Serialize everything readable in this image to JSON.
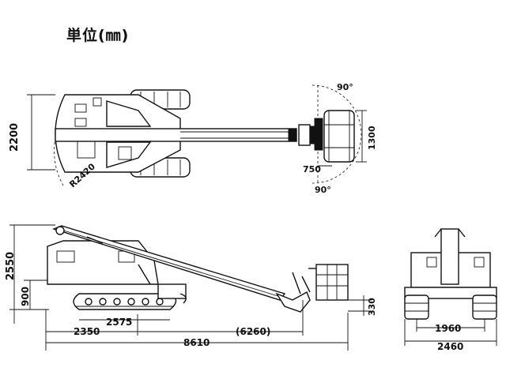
{
  "title": "単位(㎜)",
  "dims": {
    "top_width": "2200",
    "top_radius": "R2420",
    "swing_upper": "90°",
    "swing_lower": "90°",
    "basket_width": "1300",
    "basket_offset": "750",
    "side_height": "2550",
    "side_low": "900",
    "basket_floor": "330",
    "track_length": "2575",
    "rear_to_pivot": "2350",
    "boom_reach": "(6260)",
    "total_length": "8610",
    "track_gauge": "1960",
    "overall_width": "2460"
  }
}
